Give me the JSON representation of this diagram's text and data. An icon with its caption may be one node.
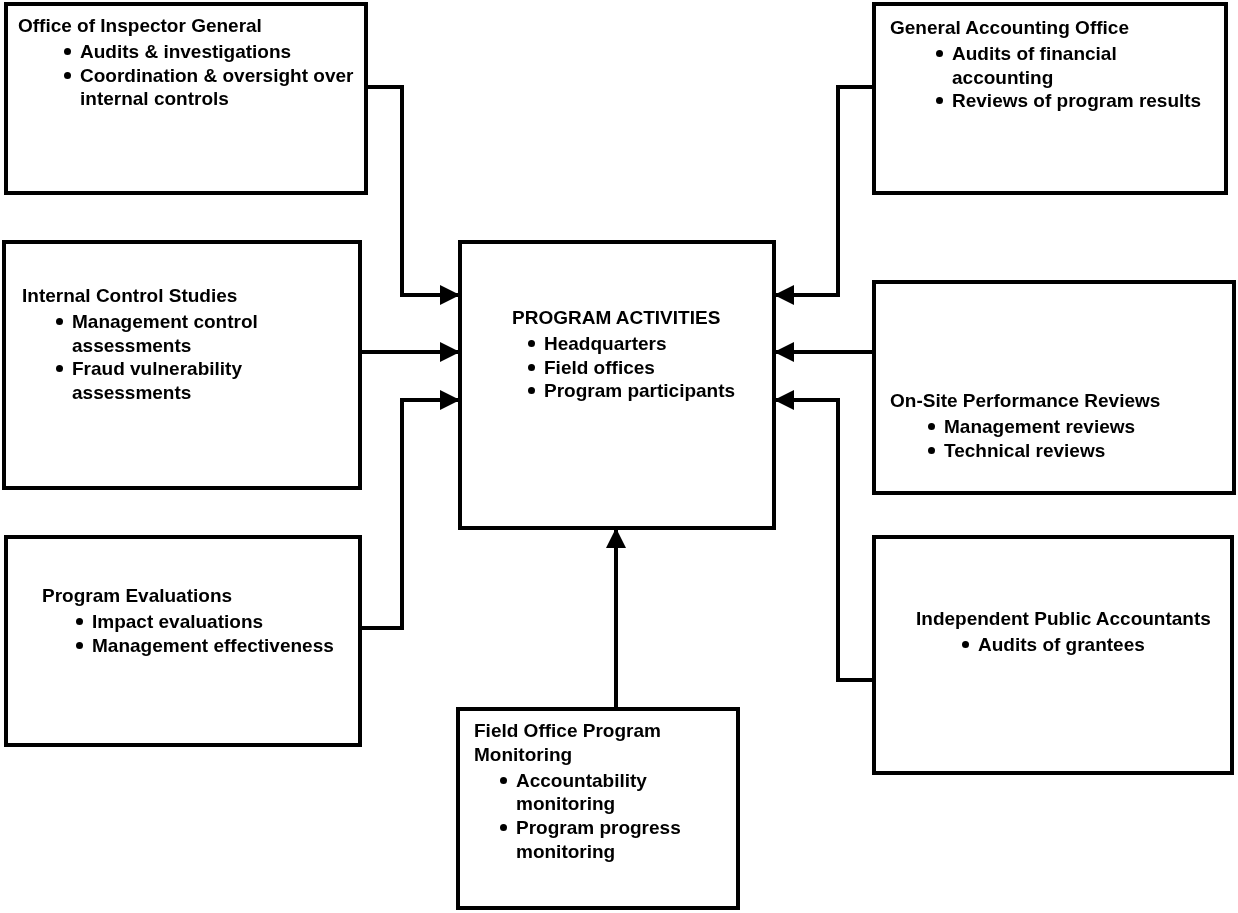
{
  "diagram": {
    "nodes": [
      {
        "text": [
          "Office of Inspector General",
          "Audits & investigations",
          "Coordination & oversight over internal controls"
        ]
      },
      {
        "text": [
          "Internal Control Studies",
          "Management control assessments",
          "Fraud vulnerability assessments"
        ]
      },
      {
        "text": [
          "Program Evaluations",
          "Impact evaluations",
          "Management effectiveness"
        ]
      },
      {
        "text": [
          "PROGRAM ACTIVITIES",
          "Headquarters",
          "Field offices",
          "Program participants"
        ]
      },
      {
        "text": [
          "Field Office Program Monitoring",
          "Accountability monitoring",
          "Program progress monitoring"
        ]
      },
      {
        "text": [
          "General Accounting Office",
          "Audits of financial accounting",
          "Reviews of program results"
        ]
      },
      {
        "text": [
          "On-Site Performance Reviews",
          "Management reviews",
          "Technical reviews"
        ]
      },
      {
        "text": [
          "Independent Public Accountants",
          "Audits of grantees"
        ]
      }
    ],
    "edges": [
      {
        "from": 0,
        "to": 3,
        "arrow": "to"
      },
      {
        "from": 1,
        "to": 3,
        "arrow": "to"
      },
      {
        "from": 2,
        "to": 3,
        "arrow": "to"
      },
      {
        "from": 4,
        "to": 3,
        "arrow": "to"
      },
      {
        "from": 5,
        "to": 3,
        "arrow": "to"
      },
      {
        "from": 6,
        "to": 3,
        "arrow": "to"
      },
      {
        "from": 7,
        "to": 3,
        "arrow": "to"
      }
    ]
  }
}
